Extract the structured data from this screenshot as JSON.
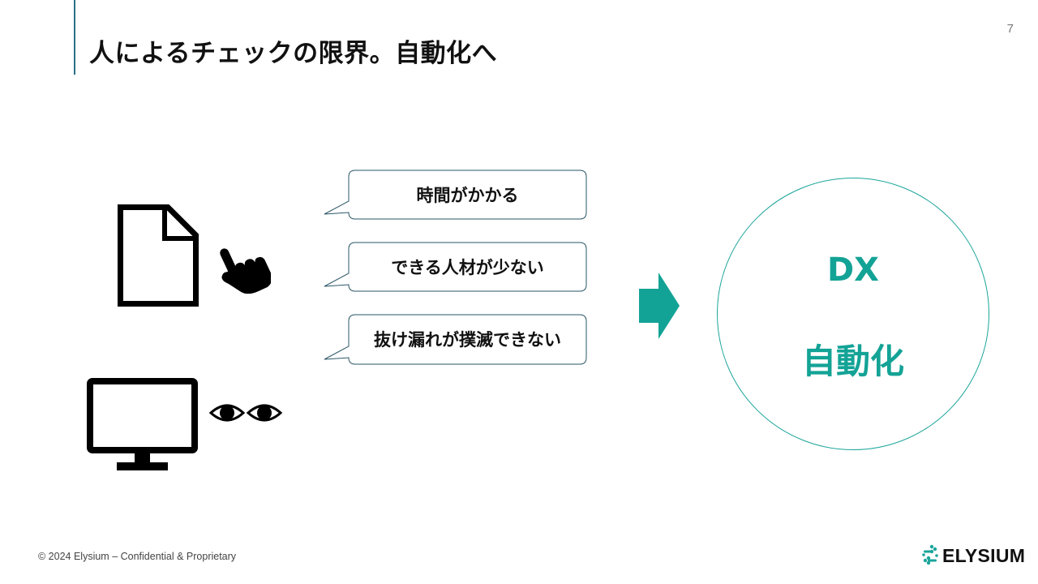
{
  "slide": {
    "title": "人によるチェックの限界。自動化へ",
    "page_number": "7"
  },
  "bubbles": [
    {
      "text": "時間がかかる"
    },
    {
      "text": "できる人材が少ない"
    },
    {
      "text": "抜け漏れが撲滅できない"
    }
  ],
  "solution": {
    "line1": "DX",
    "line2": "自動化"
  },
  "footer": {
    "copyright": "© 2024 Elysium – Confidential & Proprietary"
  },
  "logo": {
    "text": "ELYSIUM"
  },
  "colors": {
    "accent": "#13a396",
    "title_bar": "#2a6f86",
    "logo_green": "#1aa59a"
  },
  "icons": [
    "document-icon",
    "pointing-hand-icon",
    "monitor-icon",
    "eyes-icon",
    "right-arrow-icon",
    "elysium-logo-icon"
  ]
}
